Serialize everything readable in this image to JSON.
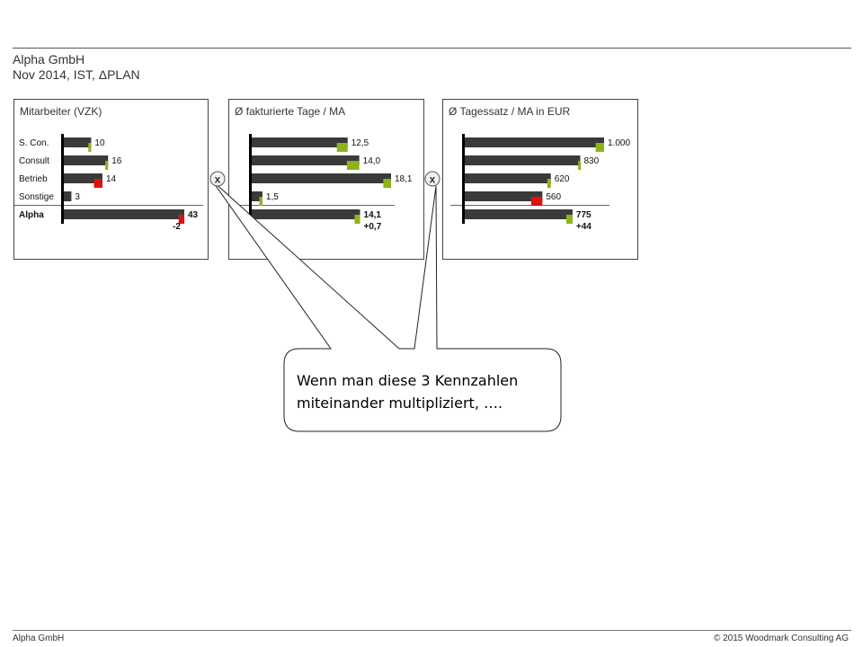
{
  "header": {
    "title": "Alpha GmbH",
    "subtitle": "Nov 2014, IST, ΔPLAN"
  },
  "footer": {
    "left": "Alpha GmbH",
    "right": "© 2015 Woodmark Consulting AG"
  },
  "operators": {
    "multiply_symbol": "x"
  },
  "callout": {
    "line1": "Wenn man diese 3 Kennzahlen",
    "line2": "miteinander multipliziert, …."
  },
  "colors": {
    "bar": "#3a3a3a",
    "positive": "#8db319",
    "negative": "#e01010",
    "axis": "#000000"
  },
  "chart_data": [
    {
      "type": "bar",
      "title": "Mitarbeiter (VZK)",
      "categories": [
        "S. Con.",
        "Consult",
        "Betrieb",
        "Sonstige",
        "Alpha"
      ],
      "values": [
        10,
        16,
        14,
        3,
        43
      ],
      "value_labels": [
        "10",
        "16",
        "14",
        "3",
        "43"
      ],
      "deltas": [
        1,
        1,
        -3,
        0,
        -2
      ],
      "delta_labels": [
        "",
        "",
        "",
        "",
        "-2"
      ],
      "total_index": 4
    },
    {
      "type": "bar",
      "title": "Ø fakturierte Tage / MA",
      "categories": [
        "S. Con.",
        "Consult",
        "Betrieb",
        "Sonstige",
        "Alpha"
      ],
      "values": [
        12.5,
        14.0,
        18.1,
        1.5,
        14.1
      ],
      "value_labels": [
        "12,5",
        "14,0",
        "18,1",
        "1,5",
        "14,1"
      ],
      "deltas": [
        1.4,
        1.6,
        1.0,
        0.4,
        0.7
      ],
      "delta_labels": [
        "",
        "",
        "",
        "",
        "+0,7"
      ],
      "total_index": 4
    },
    {
      "type": "bar",
      "title": "Ø Tagessatz / MA in EUR",
      "categories": [
        "S. Con.",
        "Consult",
        "Betrieb",
        "Sonstige",
        "Alpha"
      ],
      "values": [
        1000,
        830,
        620,
        560,
        775
      ],
      "value_labels": [
        "1.000",
        "830",
        "620",
        "560",
        "775"
      ],
      "deltas": [
        60,
        15,
        25,
        -80,
        44
      ],
      "delta_labels": [
        "",
        "",
        "",
        "",
        "+44"
      ],
      "total_index": 4
    }
  ]
}
